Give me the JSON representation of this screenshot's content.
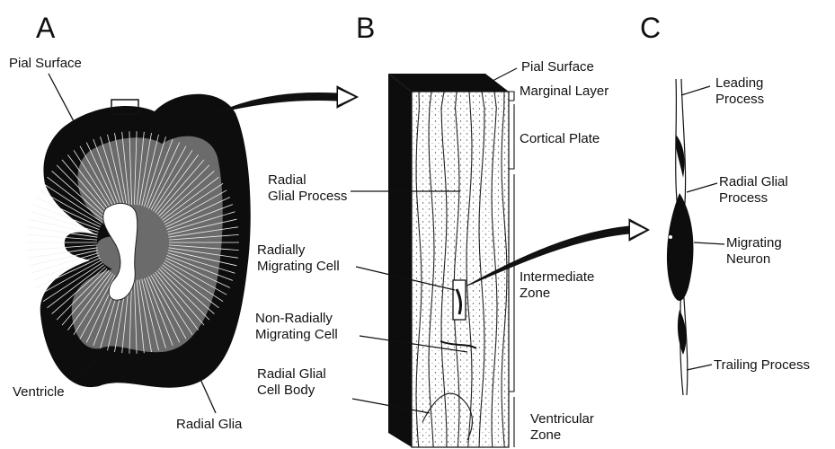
{
  "panels": {
    "a": "A",
    "b": "B",
    "c": "C"
  },
  "panel_a": {
    "pial_surface": "Pial Surface",
    "ventricle": "Ventricle",
    "radial_glia": "Radial Glia"
  },
  "panel_b": {
    "pial_surface": "Pial Surface",
    "marginal_layer": "Marginal Layer",
    "cortical_plate": "Cortical Plate",
    "radial_glial_process": "Radial\nGlial Process",
    "radially_migrating_cell": "Radially\nMigrating Cell",
    "intermediate_zone": "Intermediate\nZone",
    "non_radially_migrating_cell": "Non-Radially\nMigrating Cell",
    "radial_glial_cell_body": "Radial Glial\nCell Body",
    "ventricular_zone": "Ventricular\nZone"
  },
  "panel_c": {
    "leading_process": "Leading\nProcess",
    "radial_glial_process": "Radial Glial\nProcess",
    "migrating_neuron": "Migrating\nNeuron",
    "trailing_process": "Trailing Process"
  },
  "colors": {
    "ink": "#111111",
    "paper": "#ffffff"
  }
}
